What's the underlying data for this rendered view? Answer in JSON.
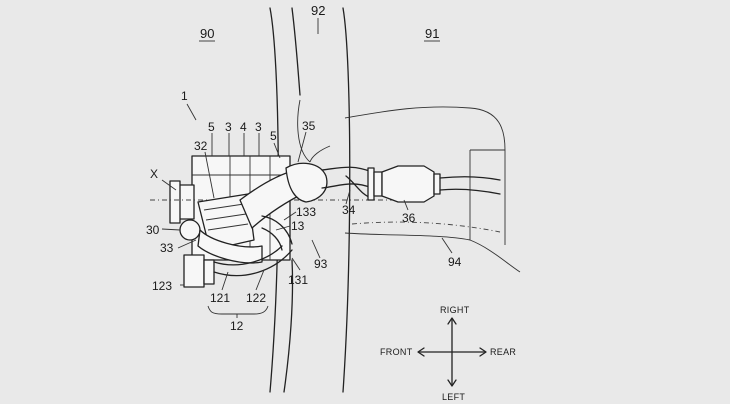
{
  "labels": {
    "l90": "90",
    "l91": "91",
    "l92": "92",
    "l1": "1",
    "l5a": "5",
    "l3a": "3",
    "l4": "4",
    "l3b": "3",
    "l5b": "5",
    "l35": "35",
    "l32": "32",
    "lX": "X",
    "l133": "133",
    "l34": "34",
    "l36": "36",
    "l13": "13",
    "l30": "30",
    "l33": "33",
    "l93": "93",
    "l94": "94",
    "l131": "131",
    "l123": "123",
    "l121": "121",
    "l122": "122",
    "l12": "12"
  },
  "directions": {
    "right": "RIGHT",
    "front": "FRONT",
    "rear": "REAR",
    "left": "LEFT"
  }
}
